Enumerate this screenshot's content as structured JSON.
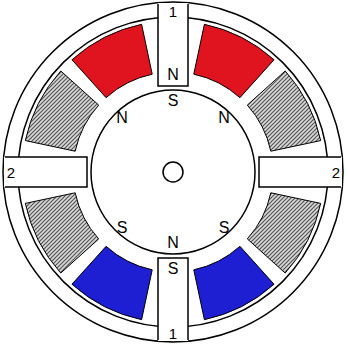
{
  "diagram": {
    "labels": [
      "1",
      "N",
      "S",
      "N",
      "N",
      "2",
      "2",
      "S",
      "S",
      "N",
      "S",
      "1"
    ]
  }
}
